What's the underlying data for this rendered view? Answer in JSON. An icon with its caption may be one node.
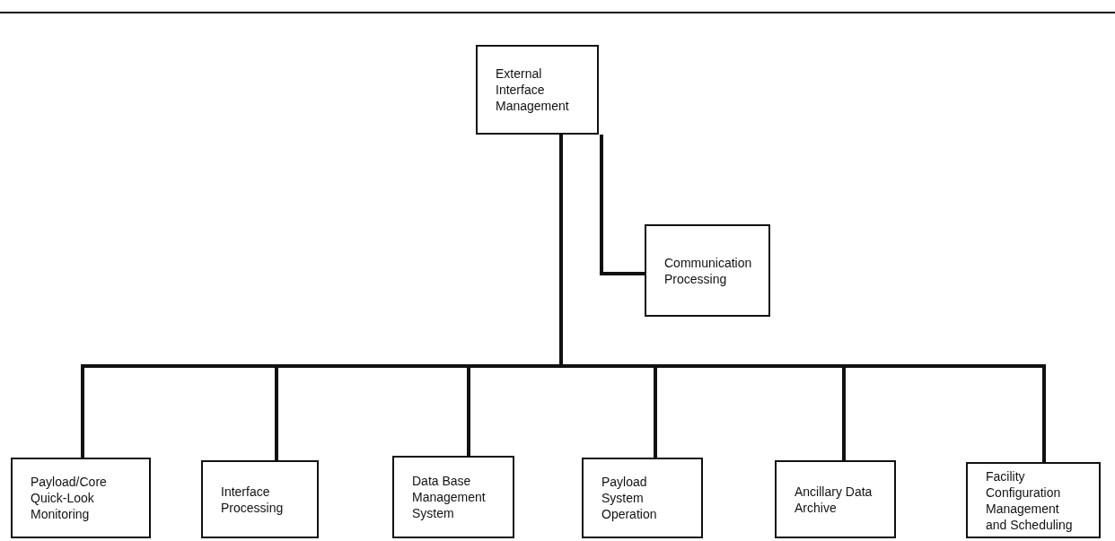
{
  "diagram": {
    "nodes": [
      {
        "text": [
          "External Interface Management"
        ]
      },
      {
        "text": [
          "Communication Processing"
        ]
      },
      {
        "text": [
          "Payload/Core Quick-Look Monitoring"
        ]
      },
      {
        "text": [
          "Interface Processing"
        ]
      },
      {
        "text": [
          "Data Base Management System"
        ]
      },
      {
        "text": [
          "Payload System Operation"
        ]
      },
      {
        "text": [
          "Ancillary Data Archive"
        ]
      },
      {
        "text": [
          "Facility Configuration Management and Scheduling"
        ]
      }
    ],
    "edges": [
      {
        "from": 0,
        "to": 1,
        "arrow": "none"
      },
      {
        "from": 0,
        "to": 2,
        "arrow": "none"
      },
      {
        "from": 0,
        "to": 3,
        "arrow": "none"
      },
      {
        "from": 0,
        "to": 4,
        "arrow": "none"
      },
      {
        "from": 0,
        "to": 5,
        "arrow": "none"
      },
      {
        "from": 0,
        "to": 6,
        "arrow": "none"
      },
      {
        "from": 0,
        "to": 7,
        "arrow": "none"
      }
    ]
  }
}
